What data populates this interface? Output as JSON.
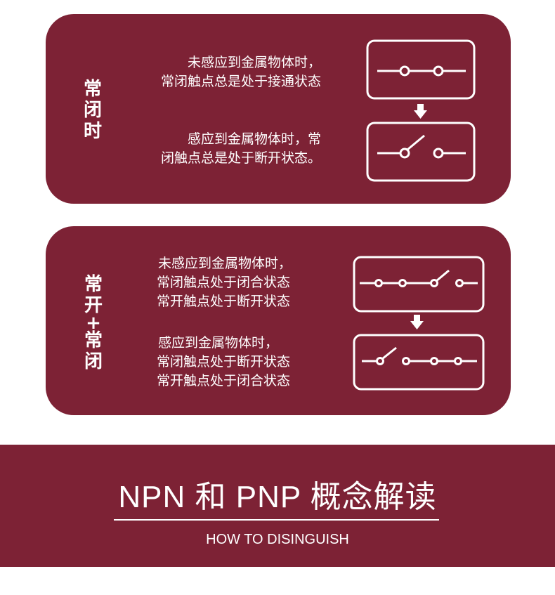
{
  "card1": {
    "label": "常闭时",
    "text1": [
      "未感应到金属物体时，",
      "常闭触点总是处于接通状态"
    ],
    "text2": [
      "感应到金属物体时，常",
      "闭触点总是处于断开状态。"
    ]
  },
  "card2": {
    "label": [
      "常",
      "开",
      "+",
      "常",
      "闭"
    ],
    "text1": [
      "未感应到金属物体时，",
      "常闭触点处于闭合状态",
      "常开触点处于断开状态"
    ],
    "text2": [
      "感应到金属物体时，",
      "常闭触点处于断开状态",
      "常开触点处于闭合状态"
    ]
  },
  "banner": {
    "title": "NPN 和 PNP 概念解读",
    "subtitle": "HOW TO DISINGUISH"
  },
  "colors": {
    "accent": "#7d2235"
  }
}
